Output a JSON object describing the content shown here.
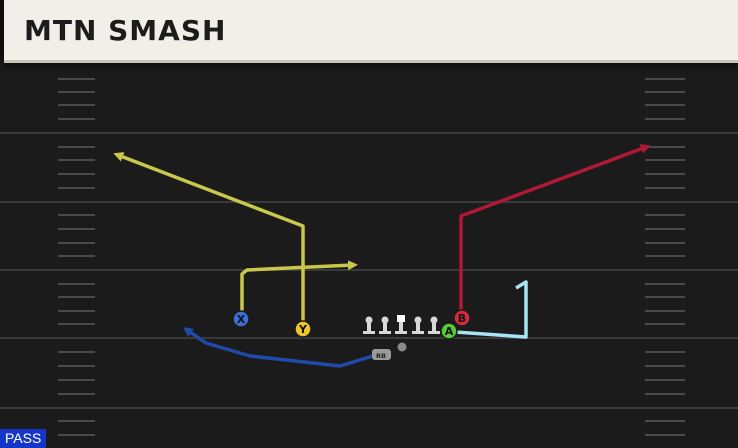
{
  "play": {
    "title": "MTN SMASH",
    "type_label": "PASS"
  },
  "players": {
    "x": {
      "label": "X",
      "color": "#3b6fd8"
    },
    "y": {
      "label": "Y",
      "color": "#f0c52a"
    },
    "a": {
      "label": "A",
      "color": "#57c93a"
    },
    "b": {
      "label": "B",
      "color": "#d42a3c"
    },
    "rb": {
      "label": "RB",
      "color": "#9a9a9a"
    }
  },
  "routes": {
    "x_color": "#c8c84a",
    "y_color": "#c8c84a",
    "b_color": "#b01836",
    "a_color": "#a8e4f6",
    "rb_color": "#1f4aa8"
  },
  "field": {
    "background": "#1b1b1b",
    "line_color": "#3a3a3a",
    "hash_color": "#4a4a4a"
  }
}
